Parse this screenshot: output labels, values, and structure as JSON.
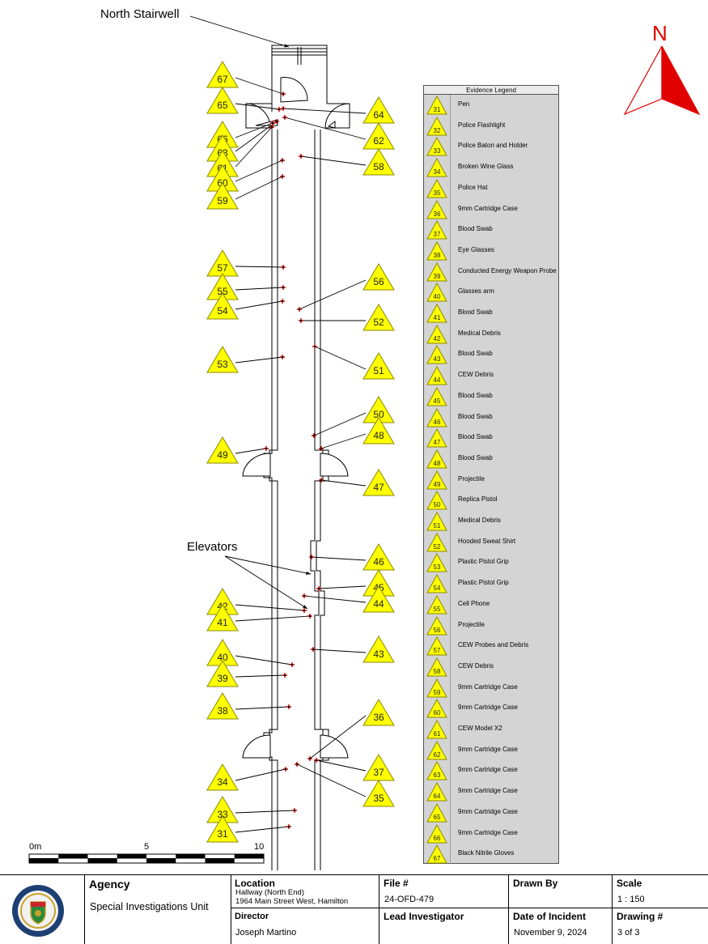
{
  "drawing": {
    "north_label": "N",
    "annotations": {
      "north_stairwell": "North Stairwell",
      "elevators": "Elevators"
    },
    "scale_bar": {
      "labels": [
        "0m",
        "5",
        "10"
      ]
    },
    "evidence_markers": [
      "31",
      "33",
      "34",
      "35",
      "36",
      "37",
      "38",
      "39",
      "40",
      "41",
      "42",
      "43",
      "44",
      "45",
      "46",
      "47",
      "48",
      "49",
      "50",
      "51",
      "52",
      "53",
      "54",
      "55",
      "56",
      "57",
      "58",
      "59",
      "60",
      "61",
      "62",
      "63",
      "64",
      "65",
      "66",
      "67"
    ]
  },
  "legend": {
    "title": "Evidence Legend",
    "items": [
      {
        "num": "31",
        "label": "Pen"
      },
      {
        "num": "32",
        "label": "Police Flashlight"
      },
      {
        "num": "33",
        "label": "Police Baton and Holder"
      },
      {
        "num": "34",
        "label": "Broken Wine Glass"
      },
      {
        "num": "35",
        "label": "Police Hat"
      },
      {
        "num": "36",
        "label": "9mm Cartridge Case"
      },
      {
        "num": "37",
        "label": "Blood Swab"
      },
      {
        "num": "38",
        "label": "Eye Glasses"
      },
      {
        "num": "39",
        "label": "Conducted Energy Weapon Probe"
      },
      {
        "num": "40",
        "label": "Glasses arm"
      },
      {
        "num": "41",
        "label": "Blood Swab"
      },
      {
        "num": "42",
        "label": "Medical Debris"
      },
      {
        "num": "43",
        "label": "Blood Swab"
      },
      {
        "num": "44",
        "label": "CEW Debris"
      },
      {
        "num": "45",
        "label": "Blood Swab"
      },
      {
        "num": "46",
        "label": "Blood Swab"
      },
      {
        "num": "47",
        "label": "Blood Swab"
      },
      {
        "num": "48",
        "label": "Blood Swab"
      },
      {
        "num": "49",
        "label": "Projectile"
      },
      {
        "num": "50",
        "label": "Replica Pistol"
      },
      {
        "num": "51",
        "label": "Medical Debris"
      },
      {
        "num": "52",
        "label": "Hooded Sweat Shirt"
      },
      {
        "num": "53",
        "label": "Plastic Pistol Grip"
      },
      {
        "num": "54",
        "label": "Plastic Pistol Grip"
      },
      {
        "num": "55",
        "label": "Cell Phone"
      },
      {
        "num": "56",
        "label": "Projectile"
      },
      {
        "num": "57",
        "label": "CEW Probes and Debris"
      },
      {
        "num": "58",
        "label": "CEW Debris"
      },
      {
        "num": "59",
        "label": "9mm Cartridge Case"
      },
      {
        "num": "60",
        "label": "9mm Cartridge Case"
      },
      {
        "num": "61",
        "label": "CEW Model X2"
      },
      {
        "num": "62",
        "label": "9mm Cartridge Case"
      },
      {
        "num": "63",
        "label": "9mm Cartridge Case"
      },
      {
        "num": "64",
        "label": "9mm Cartridge Case"
      },
      {
        "num": "65",
        "label": "9mm Cartridge Case"
      },
      {
        "num": "66",
        "label": "9mm Cartridge Case"
      },
      {
        "num": "67",
        "label": "Black Nitrile Gloves"
      }
    ]
  },
  "title_block": {
    "agency_label": "Agency",
    "agency": "Special Investigations Unit",
    "location_label": "Location",
    "location_line1": "Hallway (North End)",
    "location_line2": "1964 Main Street West, Hamilton",
    "director_label": "Director",
    "director": "Joseph Martino",
    "file_label": "File #",
    "file": "24-OFD-479",
    "lead_label": "Lead Investigator",
    "lead": "",
    "drawn_by_label": "Drawn By",
    "drawn_by": "",
    "date_label": "Date of Incident",
    "date": "November 9, 2024",
    "scale_label": "Scale",
    "scale": "1 : 150",
    "drawing_label": "Drawing #",
    "drawing_no": "3 of 3"
  },
  "colors": {
    "marker_fill": "#ffff00",
    "marker_stroke": "#8a8a00",
    "evidence_point": "#e00000",
    "north_arrow": "#e00000",
    "legend_bg": "#d4d4d4"
  }
}
